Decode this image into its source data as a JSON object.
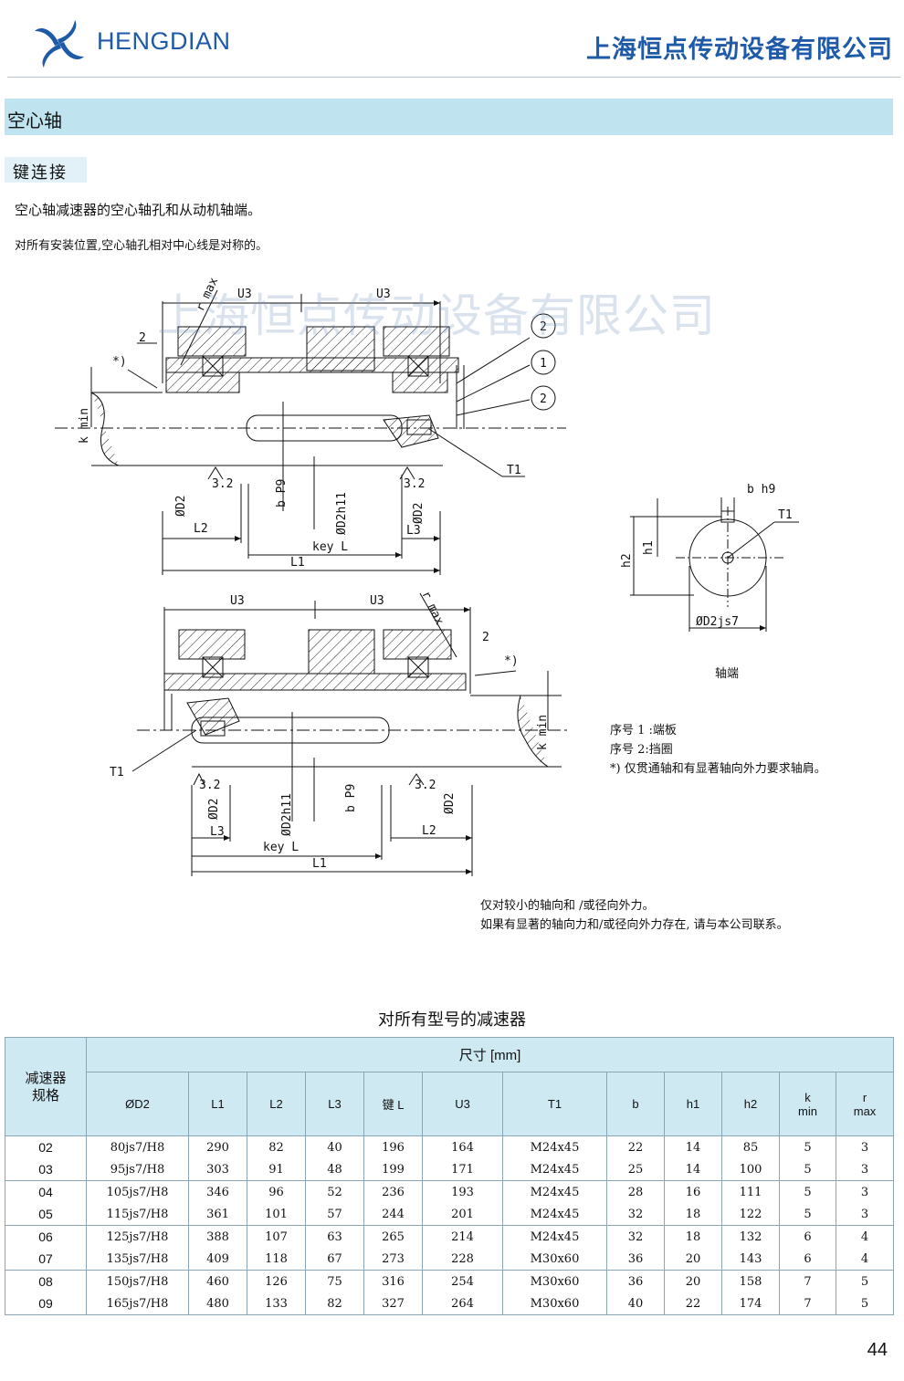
{
  "header": {
    "brand": "HENGDIAN",
    "company": "上海恒点传动设备有限公司"
  },
  "section": {
    "title": "空心轴",
    "subtitle": "键连接"
  },
  "text": {
    "p1": "空心轴减速器的空心轴孔和从动机轴端。",
    "p2": "对所有安装位置,空心轴孔相对中心线是对称的。"
  },
  "watermark": "上海恒点传动设备有限公司",
  "drawing": {
    "u3": "U3",
    "rmax": "r max",
    "two": "2",
    "star": "*)",
    "kmin": "k min",
    "t1": "T1",
    "d2": "ØD2",
    "roughness": "3.2",
    "bp9": "b P9",
    "d2h11": "ØD2h11",
    "l1": "L1",
    "l2": "L2",
    "l3": "L3",
    "key_l": "key L",
    "callout_1": "1",
    "callout_2": "2",
    "shaft_bh9": "b h9",
    "shaft_t1": "T1",
    "shaft_h1": "h1",
    "shaft_h2": "h2",
    "shaft_d2js7": "ØD2js7",
    "shaft_caption": "轴端"
  },
  "legend": [
    "序号 1 :端板",
    "序号 2:挡圈",
    "*)  仅贯通轴和有显著轴向外力要求轴肩。"
  ],
  "note": [
    "仅对较小的轴向和 /或径向外力。",
    "如果有显著的轴向力和/或径向外力存在, 请与本公司联系。"
  ],
  "table": {
    "title": "对所有型号的减速器",
    "size_header": "减速器规格",
    "group_header": "尺寸 [mm]",
    "columns": [
      "ØD2",
      "L1",
      "L2",
      "L3",
      "键 L",
      "U3",
      "T1",
      "b",
      "h1",
      "h2",
      "k min",
      "r max"
    ],
    "rows": [
      [
        "02",
        "80js7/H8",
        "290",
        "82",
        "40",
        "196",
        "164",
        "M24x45",
        "22",
        "14",
        "85",
        "5",
        "3"
      ],
      [
        "03",
        "95js7/H8",
        "303",
        "91",
        "48",
        "199",
        "171",
        "M24x45",
        "25",
        "14",
        "100",
        "5",
        "3"
      ],
      [
        "04",
        "105js7/H8",
        "346",
        "96",
        "52",
        "236",
        "193",
        "M24x45",
        "28",
        "16",
        "111",
        "5",
        "3"
      ],
      [
        "05",
        "115js7/H8",
        "361",
        "101",
        "57",
        "244",
        "201",
        "M24x45",
        "32",
        "18",
        "122",
        "5",
        "3"
      ],
      [
        "06",
        "125js7/H8",
        "388",
        "107",
        "63",
        "265",
        "214",
        "M24x45",
        "32",
        "18",
        "132",
        "6",
        "4"
      ],
      [
        "07",
        "135js7/H8",
        "409",
        "118",
        "67",
        "273",
        "228",
        "M30x60",
        "36",
        "20",
        "143",
        "6",
        "4"
      ],
      [
        "08",
        "150js7/H8",
        "460",
        "126",
        "75",
        "316",
        "254",
        "M30x60",
        "36",
        "20",
        "158",
        "7",
        "5"
      ],
      [
        "09",
        "165js7/H8",
        "480",
        "133",
        "82",
        "327",
        "264",
        "M30x60",
        "40",
        "22",
        "174",
        "7",
        "5"
      ]
    ]
  },
  "page_number": "44"
}
